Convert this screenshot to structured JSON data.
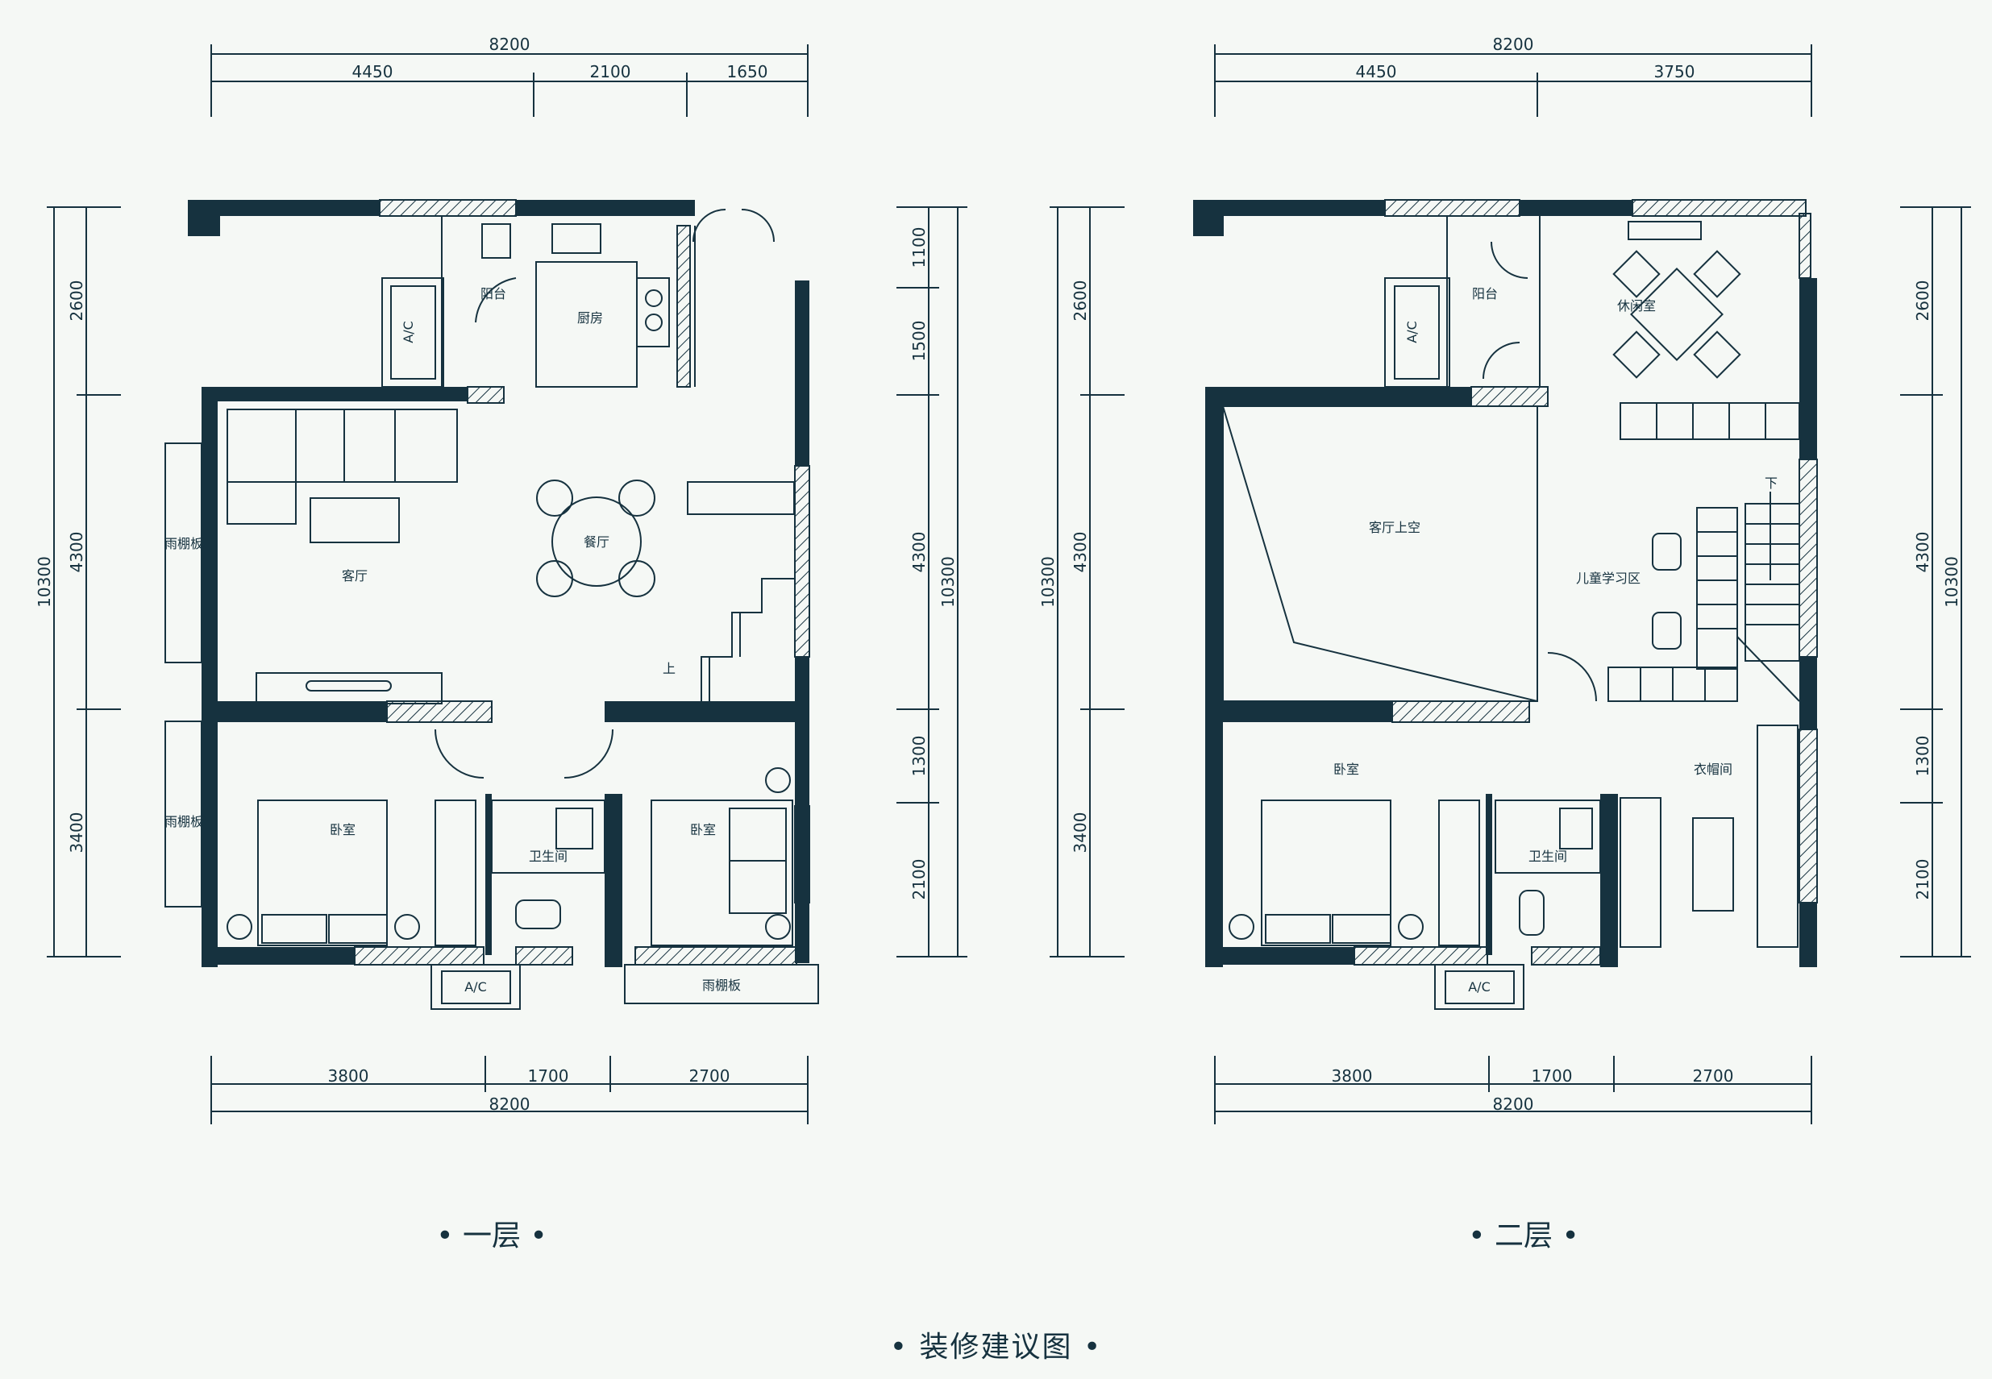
{
  "floor1": {
    "caption": "一层",
    "dims_top": [
      "8200",
      "4450",
      "2100",
      "1650"
    ],
    "dims_left": [
      "10300",
      "2600",
      "4300",
      "3400"
    ],
    "dims_right": [
      "1100",
      "1500",
      "4300",
      "1300",
      "2100",
      "10300"
    ],
    "dims_bottom": [
      "3800",
      "1700",
      "2700",
      "8200"
    ],
    "rooms": {
      "balcony": "阳台",
      "kitchen": "厨房",
      "dining": "餐厅",
      "living": "客厅",
      "canopy_left_1": "雨棚板",
      "canopy_left_2": "雨棚板",
      "canopy_bottom": "雨棚板",
      "bedroom_left": "卧室",
      "bedroom_right": "卧室",
      "bath": "卫生间",
      "stair_up": "上",
      "ac_top": "A/C",
      "ac_bottom": "A/C"
    }
  },
  "floor2": {
    "caption": "二层",
    "dims_top": [
      "8200",
      "4450",
      "3750"
    ],
    "dims_left": [
      "10300",
      "2600",
      "4300",
      "3400"
    ],
    "dims_right": [
      "2600",
      "4300",
      "1300",
      "2100",
      "10300"
    ],
    "dims_bottom": [
      "3800",
      "1700",
      "2700",
      "8200"
    ],
    "rooms": {
      "balcony": "阳台",
      "leisure": "休闲室",
      "void": "客厅上空",
      "study": "儿童学习区",
      "stair_down": "下",
      "bedroom": "卧室",
      "closet": "衣帽间",
      "bath": "卫生间",
      "ac_top": "A/C",
      "ac_bottom": "A/C"
    }
  },
  "page_title": "装修建议图",
  "colors": {
    "wall": "#16323f",
    "line": "#16323f",
    "background": "#f5f8f5"
  }
}
